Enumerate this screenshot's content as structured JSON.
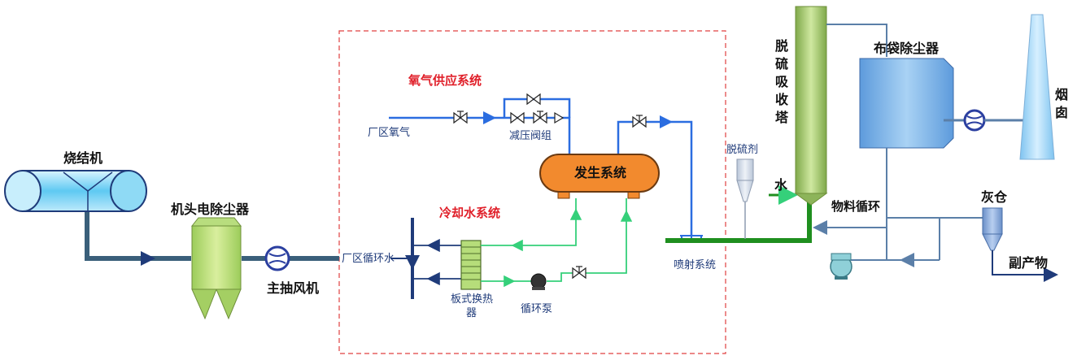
{
  "labels": {
    "sinter": "烧结机",
    "esp": "机头电除尘器",
    "main_fan": "主抽风机",
    "oxygen_system": "氧气供应系统",
    "plant_oxygen": "厂区氧气",
    "pressure_valve_group": "减压阀组",
    "generator": "发生系统",
    "cooling_system": "冷却水系统",
    "plant_circ_water": "厂区循环水",
    "plate_exchanger_1": "板式换热",
    "plate_exchanger_2": "器",
    "circ_pump": "循环泵",
    "injection_system": "喷射系统",
    "desulfurizer": "脱硫剂",
    "absorber_tower": "脱硫吸收塔",
    "water": "水",
    "bag_filter": "布袋除尘器",
    "chimney": "烟囱",
    "material_circ": "物料循环",
    "ash_silo": "灰仓",
    "byproduct": "副产物"
  },
  "colors": {
    "flue_line": "#3a5f7a",
    "oxygen_line": "#2b6de0",
    "water_line": "#35d07a",
    "injection_line": "#1f8f1f",
    "dash_box": "#e04040",
    "generator_fill": "#f28a2e",
    "label_red": "#e0202a",
    "label_blue": "#1f3b7a"
  }
}
